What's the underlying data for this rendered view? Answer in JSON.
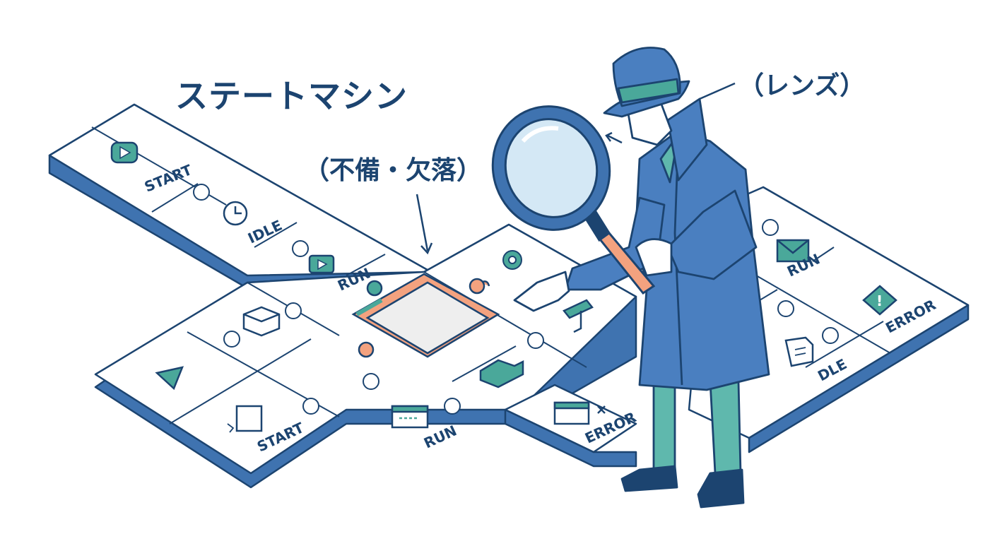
{
  "title": "ステートマシン",
  "callouts": {
    "missing_piece": "（不備・欠落）",
    "lens": "（レンズ）"
  },
  "tiles": [
    {
      "label": "START",
      "icon": "play-icon"
    },
    {
      "label": "IDLE",
      "icon": "clock-icon"
    },
    {
      "label": "RUN",
      "icon": "play-icon"
    },
    {
      "label": "",
      "icon": "gear-icon"
    },
    {
      "label": "RUN",
      "icon": "mail-icon"
    },
    {
      "label": "ERROR",
      "icon": "alert-icon"
    },
    {
      "label": "",
      "icon": "box-icon"
    },
    {
      "label": "",
      "icon": "triangle-icon"
    },
    {
      "label": "START",
      "icon": "document-icon"
    },
    {
      "label": "RUN",
      "icon": "window-icon"
    },
    {
      "label": "",
      "icon": "folder-icon"
    },
    {
      "label": "ERROR",
      "icon": "window-error-icon"
    },
    {
      "label": "DLE",
      "icon": "document-icon"
    }
  ],
  "colors": {
    "outline": "#1c4470",
    "tile_face": "#ffffff",
    "tile_side": "#3f73b0",
    "accent_teal": "#4aa89a",
    "hole_edge": "#f3a27f",
    "coat": "#4a7fc0",
    "pants": "#5fb8ad"
  }
}
